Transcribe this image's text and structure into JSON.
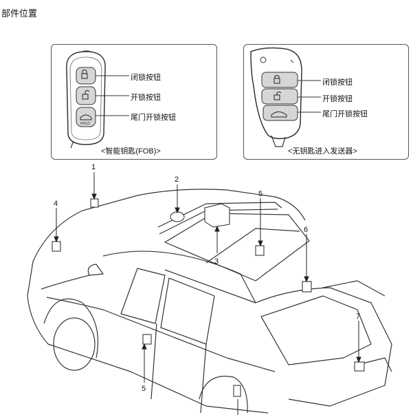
{
  "page": {
    "title": "部件位置"
  },
  "fob_panel": {
    "buttons": [
      {
        "label": "闭锁按钮",
        "icon": "lock-icon"
      },
      {
        "label": "开锁按钮",
        "icon": "unlock-icon"
      },
      {
        "label": "尾门开锁按钮",
        "icon": "tailgate-icon"
      }
    ],
    "hold_text": "HOLD",
    "caption": "<智能钥匙(FOB)>"
  },
  "keyless_panel": {
    "buttons": [
      {
        "label": "闭锁按钮",
        "icon": "lock-icon"
      },
      {
        "label": "开锁按钮",
        "icon": "unlock-icon"
      },
      {
        "label": "尾门开锁按钮",
        "icon": "tailgate-icon"
      }
    ],
    "caption": "<无钥匙进入发送器>"
  },
  "callouts": {
    "c1": "1",
    "c2": "2",
    "c3": "3",
    "c4": "4",
    "c5_roof": "5",
    "c6": "6",
    "c7": "7",
    "c5_door": "5"
  }
}
